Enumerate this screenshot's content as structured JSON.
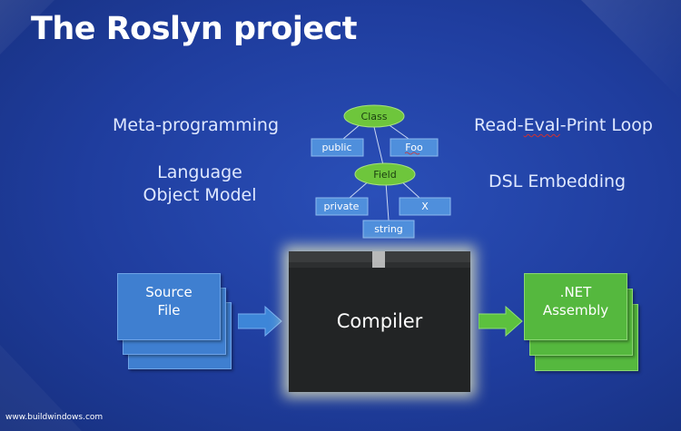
{
  "title": "The Roslyn project",
  "labels": {
    "meta_programming": "Meta-programming",
    "lom_line1": "Language",
    "lom_line2": "Object Model",
    "repl_part1": "Read-",
    "repl_part2": "Eval",
    "repl_part3": "-Print Loop",
    "dsl": "DSL Embedding"
  },
  "tree": {
    "class_node": "Class",
    "public_node": "public",
    "foo_node": "Foo",
    "field_node": "Field",
    "private_node": "private",
    "x_node": "X",
    "string_node": "string"
  },
  "pipeline": {
    "source_line1": "Source",
    "source_line2": "File",
    "compiler": "Compiler",
    "assembly_line1": ".NET",
    "assembly_line2": "Assembly"
  },
  "footer": "www.buildwindows.com",
  "colors": {
    "background": "#1f3d9e",
    "ellipse_green": "#6ec63c",
    "box_blue": "#3f7fd0",
    "card_green": "#55b83e",
    "compiler_dark": "#222425",
    "arrow_blue": "#3d86d8",
    "arrow_green": "#5cc13e"
  }
}
